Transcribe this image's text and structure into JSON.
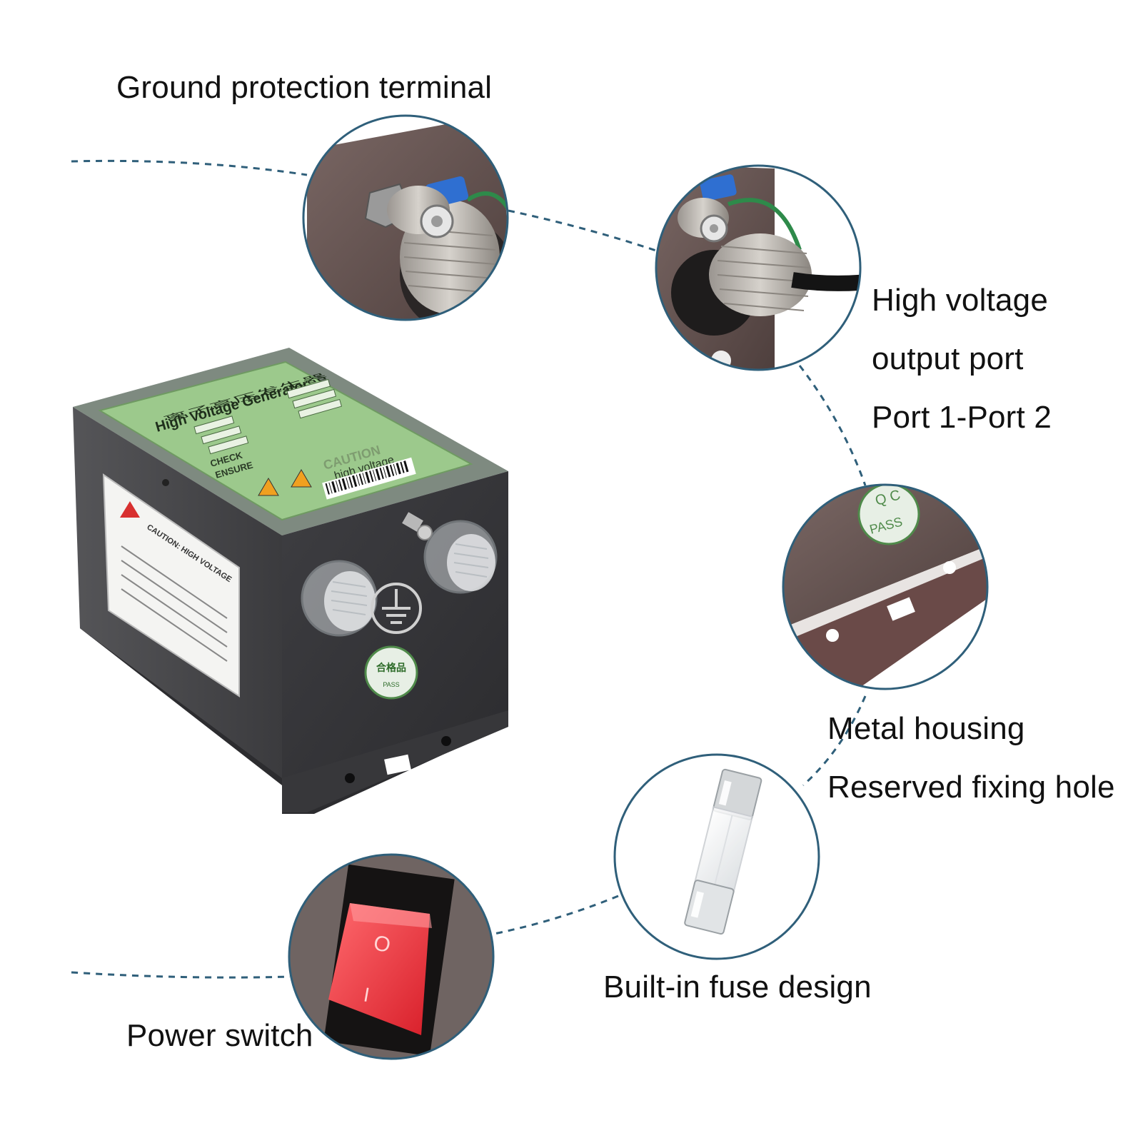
{
  "callouts": {
    "ground": {
      "label": "Ground protection terminal"
    },
    "hv_output": {
      "line1": "High voltage",
      "line2": "output port",
      "line3": "Port 1-Port 2"
    },
    "metal": {
      "line1": "Metal housing",
      "line2": "Reserved fixing hole"
    },
    "fuse": {
      "label": "Built-in fuse design"
    },
    "power": {
      "label": "Power switch"
    }
  },
  "product": {
    "panel_title_cn": "离子高压发生器",
    "panel_title_en": "High Voltage Generator",
    "check_label": "CHECK",
    "ensure_label": "ENSURE",
    "caution_label": "CAUTION",
    "hv_label": "high voltage",
    "side_warning": "CAUTION: HIGH VOLTAGE",
    "qc_badge": "合格品",
    "qc_pass": "PASS"
  },
  "detail_badges": {
    "qc": "Q C",
    "pass": "PASS",
    "switch_on": "O",
    "switch_off": "I"
  },
  "colors": {
    "accent_ring": "#2f5f7a",
    "housing": "#3a3a3d",
    "panel_green": "#9cc98c",
    "switch_red": "#e8343b"
  }
}
